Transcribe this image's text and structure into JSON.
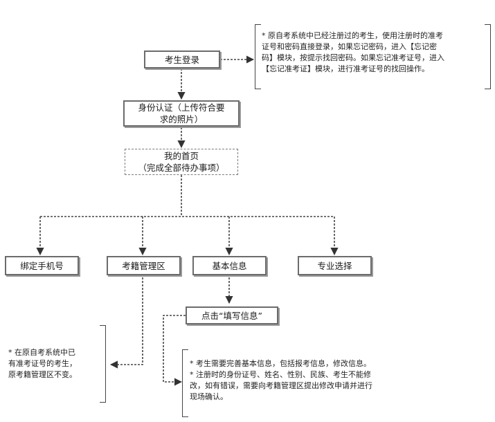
{
  "nodes": {
    "login": "考生登录",
    "identity_line1": "身份认证（上传符合要",
    "identity_line2": "求的照片）",
    "home_line1": "我的首页",
    "home_line2": "（完成全部待办事项）",
    "bind_phone": "绑定手机号",
    "registry": "考籍管理区",
    "basic_info": "基本信息",
    "major": "专业选择",
    "fill_info": "点击“填写信息”"
  },
  "notes": {
    "login_note": [
      "* 原自考系统中已经注册过的考生，使用注册时的准考",
      "证号和密码直接登录，如果忘记密码，进入【忘记密",
      "码】模块，按提示找回密码。如果忘记准考证号，进入",
      "【忘记准考证】模块，进行准考证号的找回操作。"
    ],
    "registry_note": [
      "* 在原自考系统中已",
      "有准考证号的考生，",
      "原考籍管理区不变。"
    ],
    "info_note": [
      "* 考生需要完善基本信息，包括报考信息，修改信息。",
      "* 注册时的身份证号、姓名、性别、民族、考生不能修",
      "改，如有错误，需要向考籍管理区提出修改申请并进行",
      "现场确认。"
    ]
  }
}
